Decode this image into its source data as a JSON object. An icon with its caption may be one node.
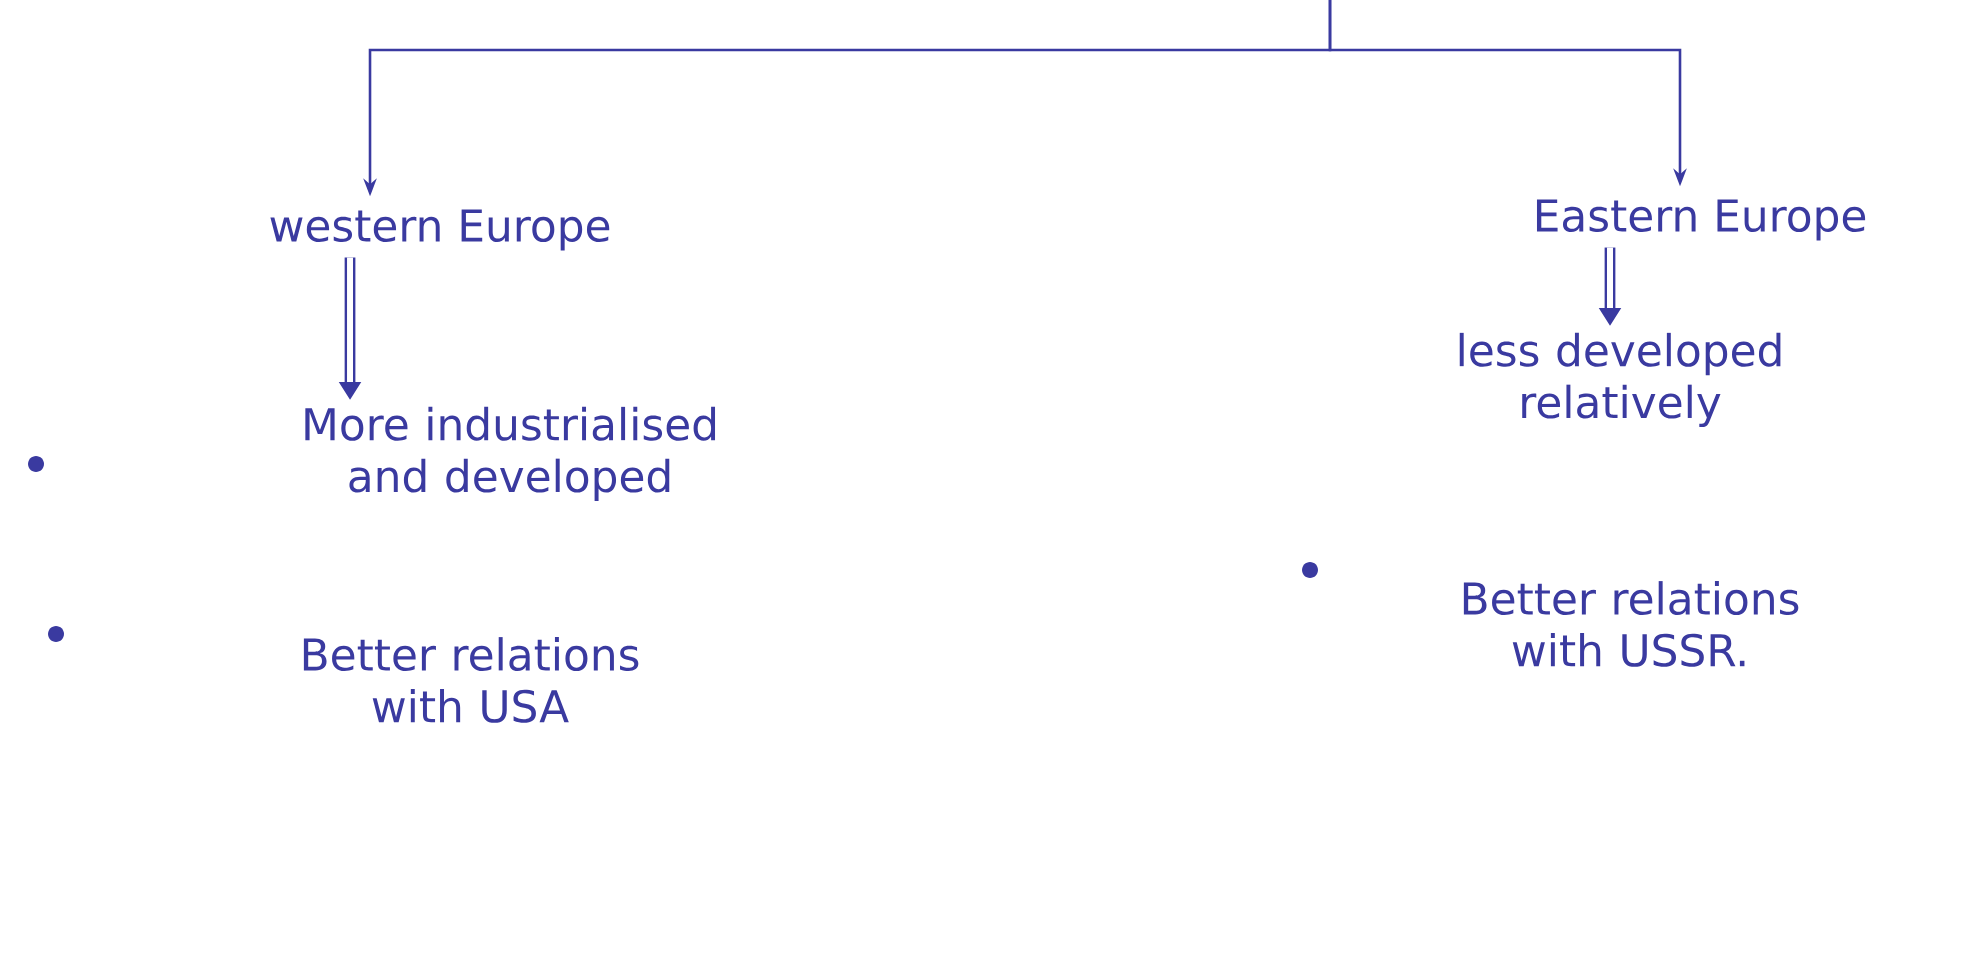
{
  "diagram": {
    "nodes": [
      {
        "text": [
          "western Europe"
        ]
      },
      {
        "text": [
          "Eastern Europe"
        ]
      },
      {
        "text": [
          "More industrialised and developed"
        ]
      },
      {
        "text": [
          "less developed relatively"
        ]
      }
    ],
    "edges": [
      {
        "from": null,
        "to": 0,
        "arrow": "to"
      },
      {
        "from": null,
        "to": 1,
        "arrow": "to"
      },
      {
        "from": 0,
        "to": 2,
        "arrow": "to",
        "style": "thick"
      },
      {
        "from": 1,
        "to": 3,
        "arrow": "to",
        "style": "thick"
      }
    ],
    "labels": [
      "Better relations with USA",
      "Better relations with USSR."
    ]
  }
}
